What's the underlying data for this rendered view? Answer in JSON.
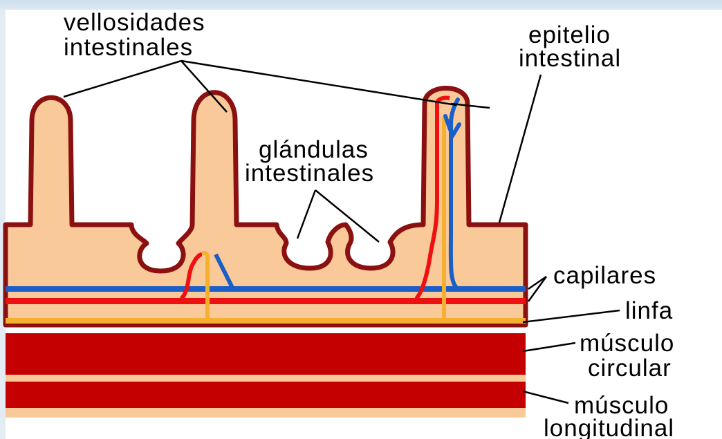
{
  "diagram": {
    "labels": {
      "villi_line1": "vellosidades",
      "villi_line2": "intestinales",
      "epithelium_line1": "epitelio",
      "epithelium_line2": "intestinal",
      "glands_line1": "glándulas",
      "glands_line2": "intestinales",
      "capillaries": "capilares",
      "lymph": "linfa",
      "circular_muscle_line1": "músculo",
      "circular_muscle_line2": "circular",
      "longitudinal_muscle_line1": "músculo",
      "longitudinal_muscle_line2": "longitudinal"
    },
    "colors": {
      "tissue": "#f9c99a",
      "epithelium_outline": "#8b1010",
      "muscle": "#c40000",
      "capillary_blue": "#1a5fc8",
      "capillary_red": "#ee1111",
      "lymph": "#f5b030",
      "background": "#ffffff",
      "frame": "#dce9f3"
    }
  }
}
